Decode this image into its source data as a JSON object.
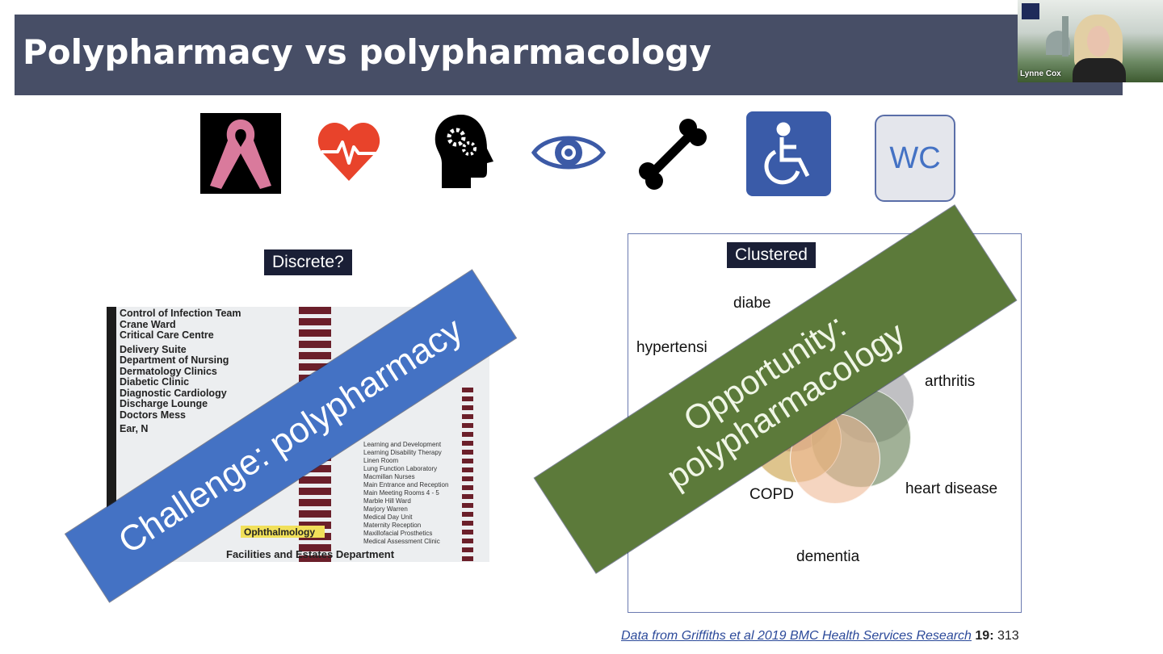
{
  "slide": {
    "title": "Polypharmacy vs polypharmacology",
    "icons": [
      "cancer-ribbon-icon",
      "heart-rate-icon",
      "brain-gears-icon",
      "eye-icon",
      "bone-icon",
      "wheelchair-icon",
      "wc-icon"
    ],
    "wc_label": "WC",
    "left": {
      "label": "Discrete?",
      "banner": "Challenge: polypharmacy",
      "sign_items": [
        "Control of Infection Team",
        "Crane Ward",
        "Critical Care Centre",
        "",
        "Delivery Suite",
        "Department of Nursing",
        "Dermatology Clinics",
        "Diabetic Clinic",
        "Diagnostic Cardiology",
        "Discharge Lounge",
        "Doctors Mess",
        "",
        "Ear, N"
      ],
      "sign_items_right": [
        "Learning and Development",
        "Learning Disability Therapy",
        "Linen Room",
        "Lung Function Laboratory",
        "Macmillan Nurses",
        "Main Entrance and Reception",
        "Main Meeting Rooms 4 - 5",
        "Marble Hill Ward",
        "Marjory Warren",
        "Medical Day Unit",
        "Maternity Reception",
        "Maxillofacial Prosthetics",
        "Medical Assessment Clinic"
      ],
      "highlight": "Ophthalmology",
      "sign_bottom": "Facilities and Estates Department"
    },
    "right": {
      "label": "Clustered",
      "banner_line1": "Opportunity:",
      "banner_line2": "polypharmacology",
      "conditions": {
        "diabetes": "diabe",
        "hypertension": "hypertensi",
        "arthritis": "arthritis",
        "copd": "COPD",
        "heart_disease": "heart disease",
        "dementia": "dementia"
      }
    },
    "citation": {
      "link": "Data from Griffiths et al 2019 BMC Health Services Research",
      "volume": "19:",
      "page": "313"
    }
  },
  "video": {
    "name": "Lynne Cox"
  },
  "colors": {
    "header": "#474e66",
    "blue_banner": "#4472c4",
    "green_banner": "#5c7a3a"
  }
}
